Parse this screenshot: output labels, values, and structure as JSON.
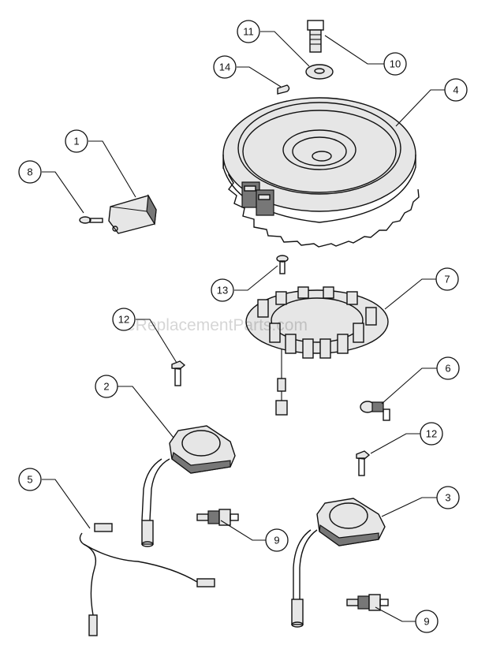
{
  "watermark": "eReplacementParts.com",
  "callouts": {
    "c1": "1",
    "c2": "2",
    "c3": "3",
    "c4": "4",
    "c5": "5",
    "c6": "6",
    "c7": "7",
    "c8": "8",
    "c9a": "9",
    "c9b": "9",
    "c10": "10",
    "c11": "11",
    "c12a": "12",
    "c12b": "12",
    "c13": "13",
    "c14": "14"
  }
}
